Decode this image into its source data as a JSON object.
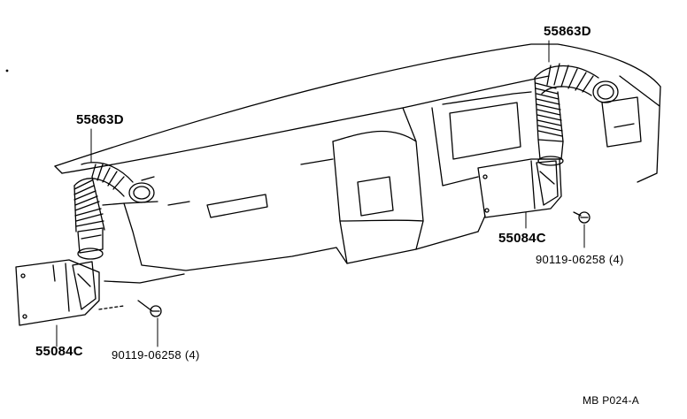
{
  "diagram": {
    "callouts": {
      "duct_hose_left": "55863D",
      "duct_hose_right": "55863D",
      "duct_register_left": "55084C",
      "duct_register_right": "55084C",
      "screw_left": "90119-06258  (4)",
      "screw_right": "90119-06258  (4)"
    },
    "figure_id": "MB  P024-A"
  },
  "colors": {
    "line": "#000000",
    "background": "#ffffff"
  }
}
